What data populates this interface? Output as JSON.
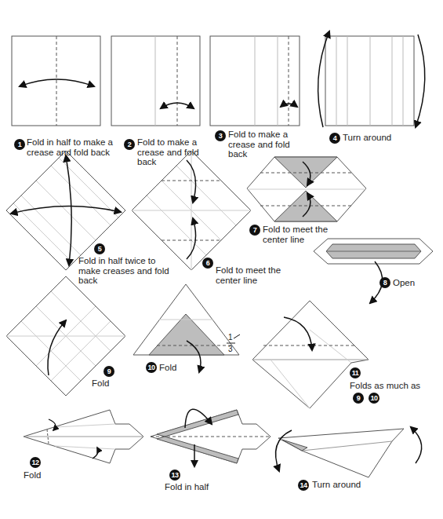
{
  "diagram": {
    "labels": [
      "1",
      "Fold in half to make a crease and fold back",
      "2",
      "Fold to make a crease and fold back",
      "3",
      "Fold to make a crease and fold back",
      "4",
      "Turn around",
      "5",
      "Fold in half twice to make creases and fold back",
      "6",
      "Fold to meet the center line",
      "7",
      "Fold to meet the center line",
      "8",
      "Open",
      "9",
      "Fold",
      "10",
      "Fold",
      "1",
      "3",
      "11",
      "Folds as much as",
      "9",
      "10",
      "12",
      "Fold",
      "13",
      "Fold in half",
      "14",
      "Turn around"
    ]
  }
}
